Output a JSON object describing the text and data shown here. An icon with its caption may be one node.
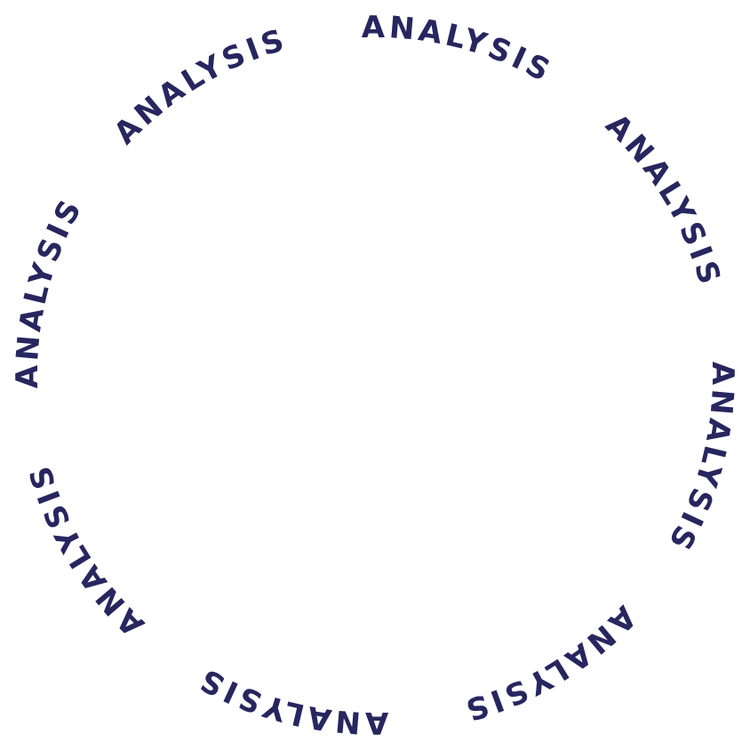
{
  "diagram": {
    "labels": [
      "ANALYSIS",
      "ANALYSIS",
      "ANALYSIS",
      "ANALYSIS",
      "ANALYSIS",
      "ANALYSIS",
      "ANALYSIS",
      "ANALYSIS"
    ]
  }
}
